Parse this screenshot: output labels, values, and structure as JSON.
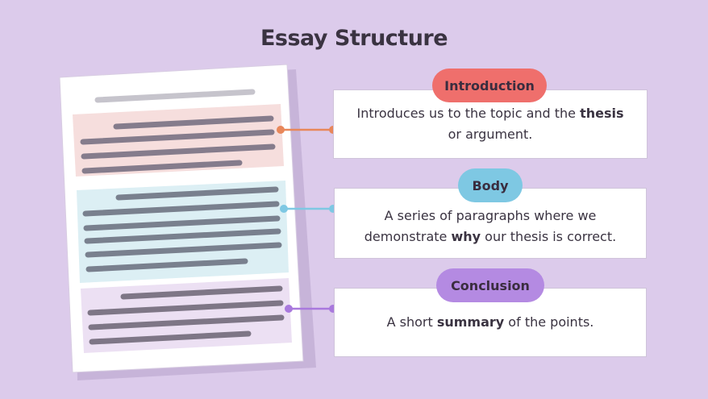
{
  "title": "Essay Structure",
  "colors": {
    "background": "#dccbeb",
    "introduction": "#ef6f6c",
    "body": "#7ec8e3",
    "conclusion": "#b48ae2",
    "connector_intro": "#e8875a",
    "connector_body": "#7ec8e3",
    "connector_conclusion": "#a979dd"
  },
  "sections": [
    {
      "label": "Introduction",
      "text_before": "Introduces us to the topic and the ",
      "bold": "thesis",
      "text_after": " or argument."
    },
    {
      "label": "Body",
      "text_before": "A series of paragraphs where we demonstrate ",
      "bold": "why",
      "text_after": " our thesis is correct."
    },
    {
      "label": "Conclusion",
      "text_before": "A short ",
      "bold": "summary",
      "text_after": " of the points."
    }
  ]
}
